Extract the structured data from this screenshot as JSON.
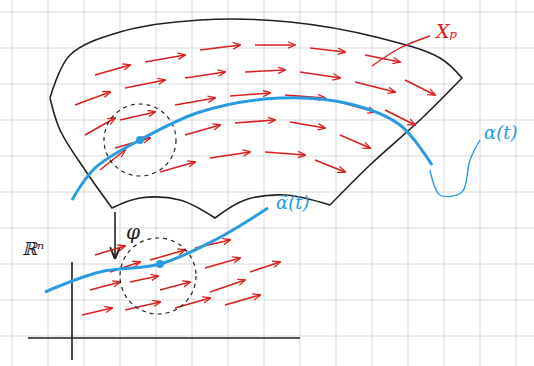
{
  "diagram": {
    "labels": [
      "Xₚ",
      "α(t)",
      "φ",
      "ℝⁿ",
      "α̃(t)"
    ]
  }
}
